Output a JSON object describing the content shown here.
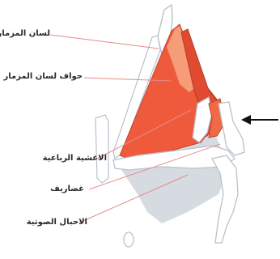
{
  "diagram": {
    "labels": {
      "epiglottis": "لسان المزمار",
      "epiglottis_edges": "حواف لسان المزمار",
      "quadrangular_membrane": "الاغشية الرباعية",
      "cartilages": "غضاريف",
      "vocal_folds": "الاحبال الصوتية"
    },
    "colors": {
      "membrane_red": "#ef5a3c",
      "membrane_orange": "#f7a37f",
      "cartilage_fill": "#ffffff",
      "outline": "#b9c2cb",
      "shadow": "#d5dbe1",
      "leader_line": "#e88a8a",
      "arrow": "#111111"
    }
  }
}
